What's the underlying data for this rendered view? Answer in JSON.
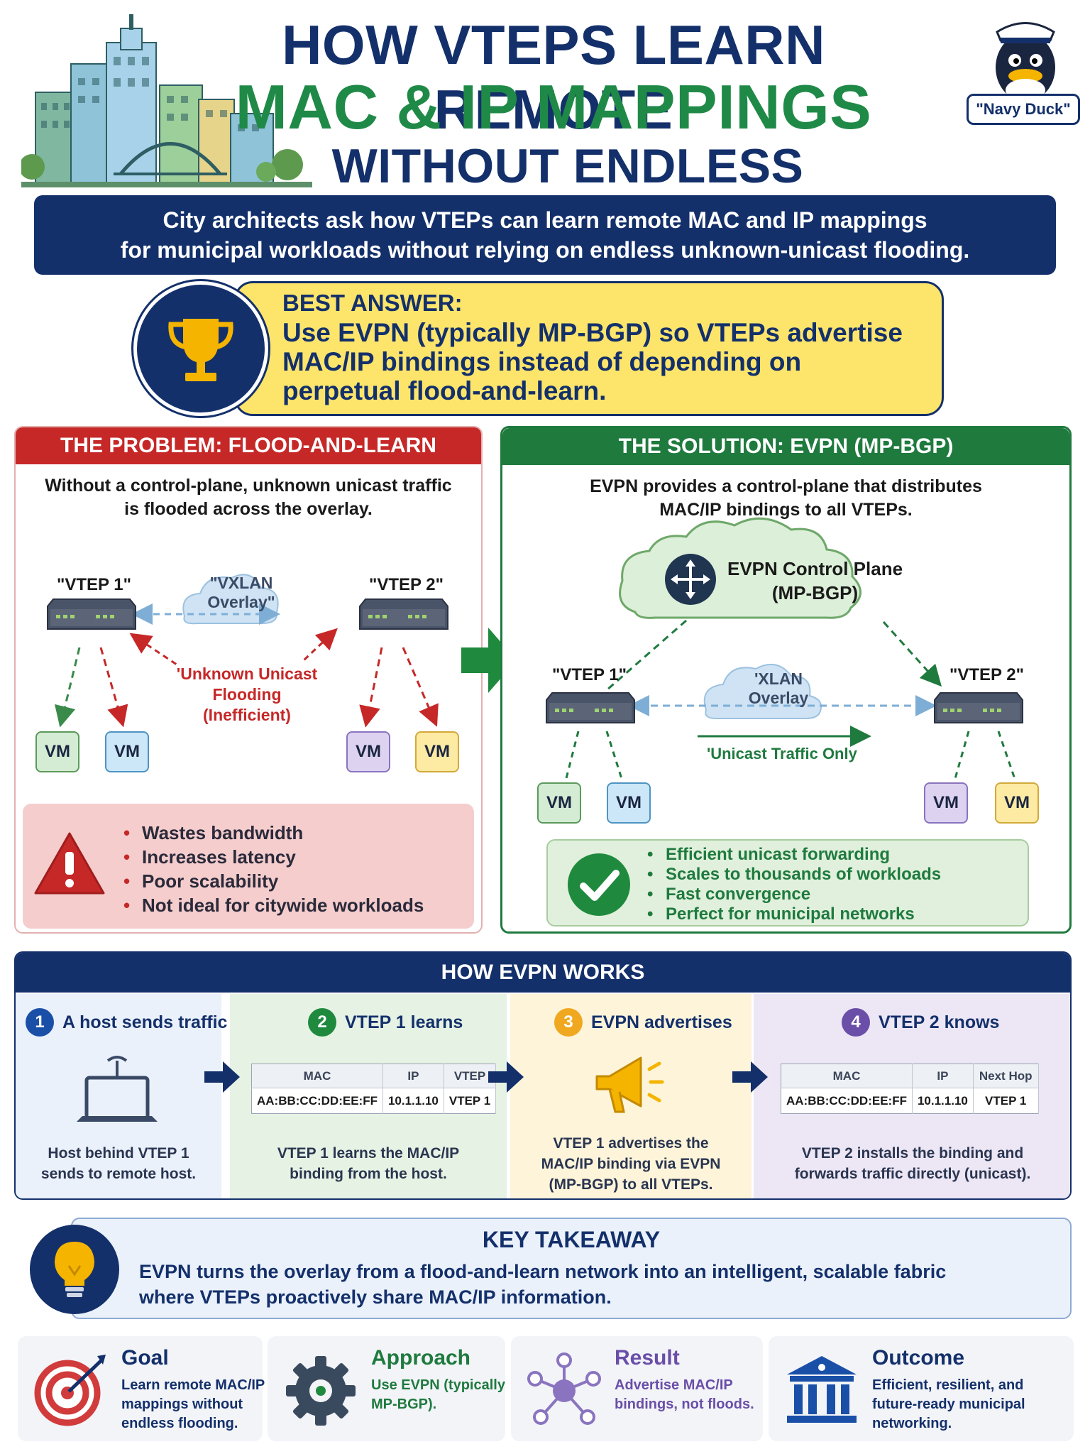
{
  "header": {
    "title_line1": "HOW VTEPS LEARN REMOTE",
    "title_line2": "MAC & IP MAPPINGS",
    "title_line3": "WITHOUT ENDLESS FLOODING",
    "mascot_label": "\"Navy Duck\"",
    "intro_line1": "City architects ask how VTEPs can learn remote MAC and IP mappings",
    "intro_line2": "for municipal workloads without relying on endless unknown-unicast flooding."
  },
  "best_answer": {
    "label": "BEST ANSWER:",
    "text": "Use EVPN (typically MP-BGP) so VTEPs advertise MAC/IP bindings instead of depending on perpetual flood-and-learn."
  },
  "problem": {
    "heading": "THE PROBLEM: FLOOD-AND-LEARN",
    "desc_line1": "Without a control-plane, unknown unicast traffic",
    "desc_line2": "is flooded across the overlay.",
    "vtep1": "\"VTEP 1\"",
    "vtep2": "\"VTEP 2\"",
    "cloud_line1": "\"VXLAN",
    "cloud_line2": "Overlay\"",
    "flood_line1": "'Unknown Unicast",
    "flood_line2": "Flooding",
    "flood_line3": "(Inefficient)",
    "vm": "VM",
    "bullets": [
      "Wastes bandwidth",
      "Increases latency",
      "Poor scalability",
      "Not ideal for citywide workloads"
    ]
  },
  "solution": {
    "heading": "THE SOLUTION: EVPN (MP-BGP)",
    "desc_line1": "EVPN provides a control-plane that distributes",
    "desc_line2": "MAC/IP bindings to all VTEPs.",
    "control_line1": "EVPN Control Plane",
    "control_line2": "(MP-BGP)",
    "vtep1": "\"VTEP 1\"",
    "vtep2": "\"VTEP 2\"",
    "cloud_line1": "'XLAN",
    "cloud_line2": "Overlay",
    "unicast_label": "'Unicast Traffic Only",
    "vm": "VM",
    "bullets": [
      "Efficient unicast forwarding",
      "Scales to thousands of workloads",
      "Fast convergence",
      "Perfect for municipal networks"
    ]
  },
  "how": {
    "heading": "HOW EVPN WORKS",
    "steps": [
      {
        "num": "1",
        "title": "A host sends traffic",
        "desc_line1": "Host behind VTEP 1",
        "desc_line2": "sends to remote host."
      },
      {
        "num": "2",
        "title": "VTEP 1 learns",
        "desc_line1": "VTEP 1 learns the MAC/IP",
        "desc_line2": "binding from the host."
      },
      {
        "num": "3",
        "title": "EVPN advertises",
        "desc_line1": "VTEP 1 advertises the",
        "desc_line2": "MAC/IP binding via EVPN",
        "desc_line3": "(MP-BGP) to all VTEPs."
      },
      {
        "num": "4",
        "title": "VTEP 2 knows",
        "desc_line1": "VTEP 2 installs the binding and",
        "desc_line2": "forwards traffic directly (unicast)."
      }
    ],
    "table1": {
      "headers": [
        "MAC",
        "IP",
        "VTEP"
      ],
      "row": [
        "AA:BB:CC:DD:EE:FF",
        "10.1.1.10",
        "VTEP 1"
      ]
    },
    "table2": {
      "headers": [
        "MAC",
        "IP",
        "Next Hop"
      ],
      "row": [
        "AA:BB:CC:DD:EE:FF",
        "10.1.1.10",
        "VTEP 1"
      ]
    }
  },
  "takeaway": {
    "title": "KEY TAKEAWAY",
    "line1": "EVPN turns the overlay from a flood-and-learn network into an intelligent, scalable fabric",
    "line2": "where VTEPs proactively share MAC/IP information."
  },
  "cards": [
    {
      "title": "Goal",
      "text": "Learn remote MAC/IP mappings without endless flooding."
    },
    {
      "title": "Approach",
      "text": "Use EVPN (typically MP-BGP)."
    },
    {
      "title": "Result",
      "text": "Advertise MAC/IP bindings, not floods."
    },
    {
      "title": "Outcome",
      "text": "Efficient, resilient, and future-ready municipal networking."
    }
  ],
  "colors": {
    "navy": "#14306b",
    "green": "#1f7a3e",
    "red": "#c62828",
    "yellow": "#fde56b",
    "purple": "#6a4ea8"
  }
}
